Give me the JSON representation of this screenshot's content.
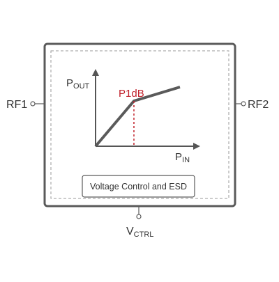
{
  "pins": {
    "rf1": "RF1",
    "rf2": "RF2",
    "vctrl_main": "V",
    "vctrl_sub": "CTRL"
  },
  "graph": {
    "y_axis_main": "P",
    "y_axis_sub": "OUT",
    "x_axis_main": "P",
    "x_axis_sub": "IN",
    "compression_label": "P1dB"
  },
  "control_block": {
    "label": "Voltage Control and ESD"
  },
  "colors": {
    "outline": "#555555",
    "text": "#333333",
    "accent": "#c0202a",
    "dashed_border": "#9a9a9a"
  }
}
